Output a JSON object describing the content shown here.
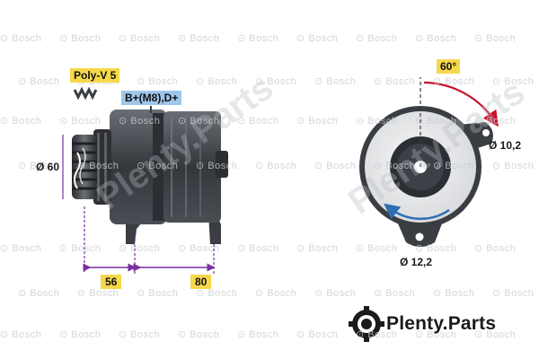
{
  "labels": {
    "belt": "Poly-V 5",
    "terminal": "B+(M8),D+",
    "pulley_diameter": "Ø 60",
    "dim_front": "56",
    "dim_rear": "80",
    "angle": "60°",
    "hole_upper": "Ø 10,2",
    "hole_lower": "Ø 12,2"
  },
  "brand": {
    "name": "Plenty",
    "suffix": ".Parts"
  },
  "watermarks": {
    "repeat": "Bosch",
    "overlay": "Plenty.Parts"
  },
  "colors": {
    "label_yellow": "#f6d84a",
    "label_blue": "#9fc6ea",
    "body_dark": "#3a3d42",
    "arrow_red": "#c8102e",
    "arrow_blue": "#2f6fb5",
    "dimension_purple": "#7a2fa0"
  }
}
